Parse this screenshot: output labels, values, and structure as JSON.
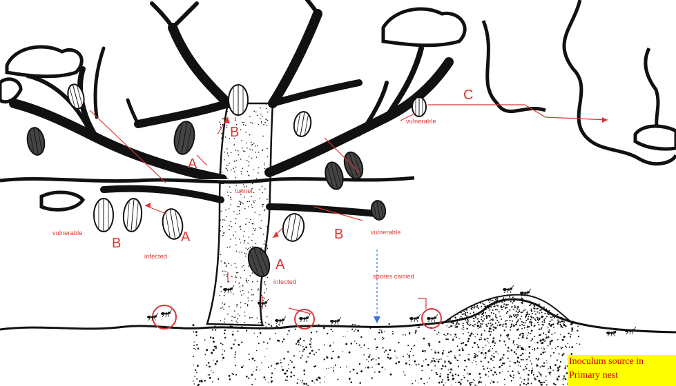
{
  "labels": {
    "a1": "A",
    "a2": "A",
    "a3": "A",
    "b1": "B",
    "b2": "B",
    "b3": "B",
    "c": "C",
    "tunnel": "tunnel",
    "vulnerable_left": "vulnerable",
    "vulnerable_right_top": "vulnerable",
    "vulnerable_right_mid": "vulnerable",
    "infected_left": "infected",
    "infected_mid": "infected",
    "spores_carried": "spores carried"
  },
  "legend": {
    "line1": "Inoculum source in",
    "line2": "Primary nest"
  },
  "colors": {
    "annotation": "#e03232",
    "legend_bg": "#ffff00",
    "legend_text": "#c80000",
    "ink": "#111111",
    "spore_arrow": "#3b6fd6"
  }
}
